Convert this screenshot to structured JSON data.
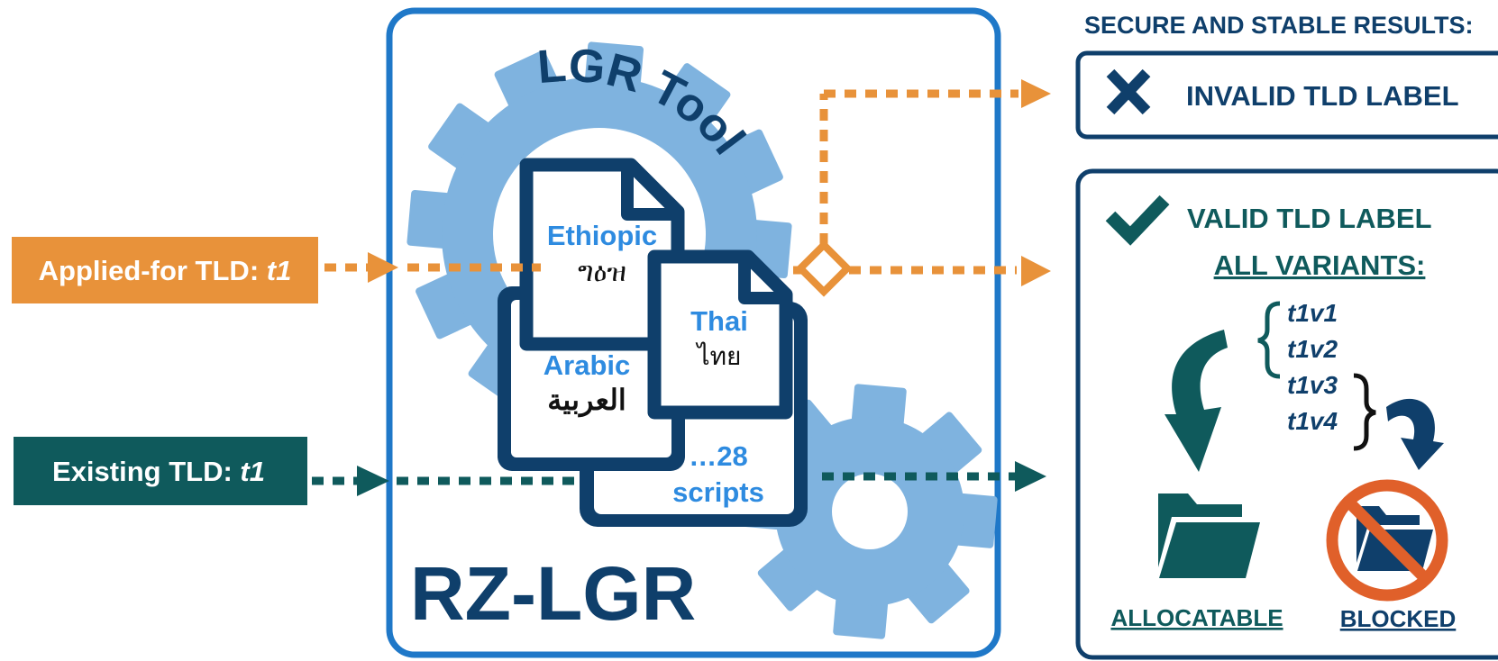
{
  "inputs": {
    "applied": {
      "prefix": "Applied-for TLD: ",
      "var": "t1"
    },
    "existing": {
      "prefix": "Existing TLD: ",
      "var": "t1"
    }
  },
  "tool": {
    "gear_label": "LGR Tool",
    "name": "RZ-LGR",
    "docs": {
      "ethiopic": {
        "name": "Ethiopic",
        "sample": "ግዕዝ"
      },
      "arabic": {
        "name": "Arabic",
        "sample": "العربية"
      },
      "thai": {
        "name": "Thai",
        "sample": "ไทย"
      },
      "more_line1": "…28",
      "more_line2": "scripts"
    }
  },
  "results": {
    "heading": "SECURE AND STABLE RESULTS:",
    "invalid_label": "INVALID  TLD LABEL",
    "valid_label": "VALID  TLD LABEL",
    "all_variants": "ALL VARIANTS:",
    "variants": [
      "t1v1",
      "t1v2",
      "t1v3",
      "t1v4"
    ],
    "allocatable": "ALLOCATABLE",
    "blocked": "BLOCKED"
  },
  "colors": {
    "orange": "#E8923A",
    "teal": "#0F5A5C",
    "navy": "#0F3F6B",
    "blue_border": "#1F78C8",
    "gear": "#7FB3DF",
    "script_blue": "#2E8BE0",
    "blocked_red": "#E0602A"
  }
}
